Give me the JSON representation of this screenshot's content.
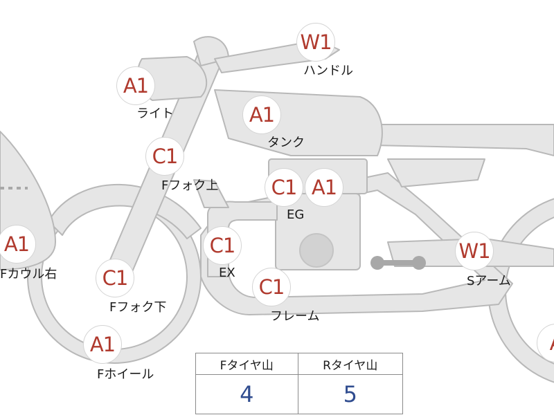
{
  "parts": [
    {
      "code": "W1",
      "label": "ハンドル"
    },
    {
      "code": "A1",
      "label": "ライト"
    },
    {
      "code": "A1",
      "label": "タンク"
    },
    {
      "code": "C1",
      "label": "Fフォク上"
    },
    {
      "code": "C1",
      "label": ""
    },
    {
      "code": "A1",
      "label": "EG"
    },
    {
      "code": "A1",
      "label": "Fカウル右"
    },
    {
      "code": "C1",
      "label": "EX"
    },
    {
      "code": "C1",
      "label": "Fフォク下"
    },
    {
      "code": "C1",
      "label": "フレーム"
    },
    {
      "code": "W1",
      "label": "Sアーム"
    },
    {
      "code": "A1",
      "label": "Fホイール"
    },
    {
      "code": "A",
      "label": ""
    }
  ],
  "tread_table": {
    "headers": [
      "Fタイヤ山",
      "Rタイヤ山"
    ],
    "values": [
      "4",
      "5"
    ]
  },
  "colors": {
    "badge_text": "#b03a2e",
    "value_text": "#2f4c8f",
    "bike_fill": "#e6e6e6",
    "bike_stroke": "#b8b8b8"
  }
}
